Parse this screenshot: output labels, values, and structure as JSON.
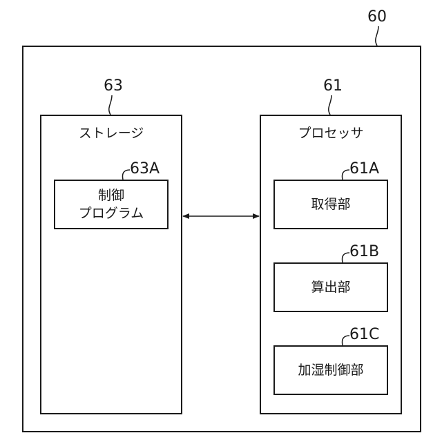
{
  "device": {
    "ref": "60"
  },
  "storage": {
    "ref": "63",
    "title": "ストレージ",
    "program": {
      "ref": "63A",
      "line1": "制御",
      "line2": "プログラム"
    }
  },
  "processor": {
    "ref": "61",
    "title": "プロセッサ",
    "units": [
      {
        "ref": "61A",
        "label": "取得部"
      },
      {
        "ref": "61B",
        "label": "算出部"
      },
      {
        "ref": "61C",
        "label": "加湿制御部"
      }
    ]
  }
}
